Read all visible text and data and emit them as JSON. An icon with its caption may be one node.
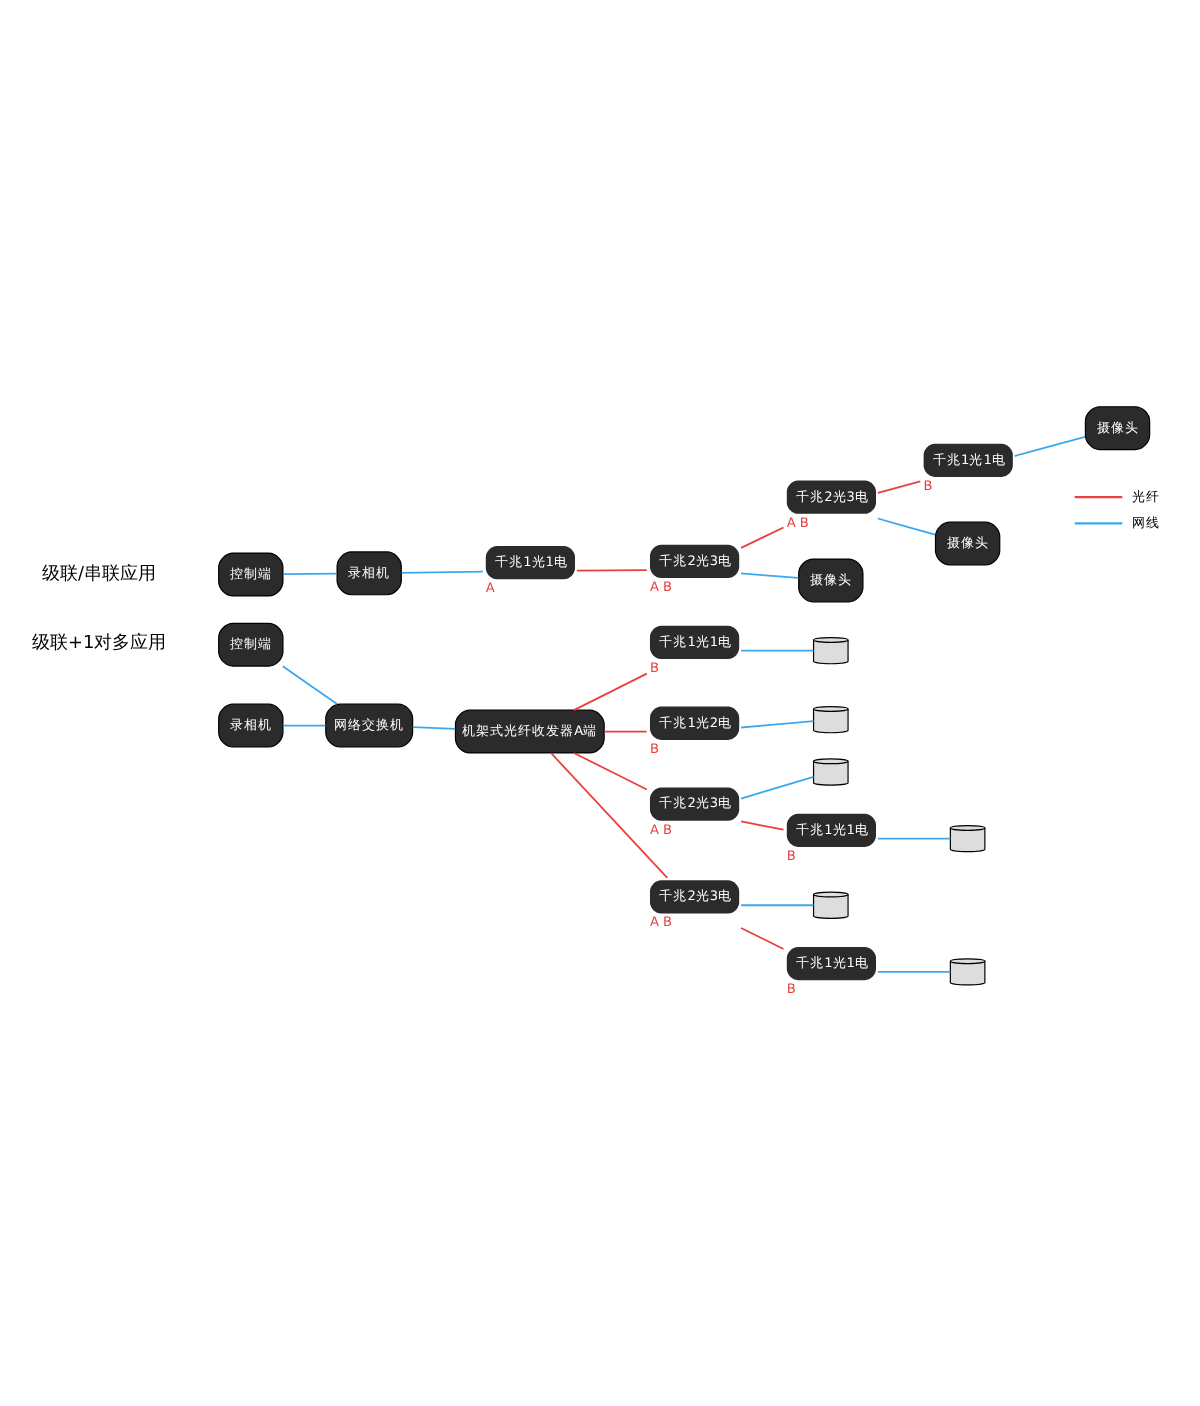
{
  "diagram": {
    "nodes": [
      {
        "text": [
          "控制端"
        ]
      },
      {
        "text": [
          "录相机"
        ]
      },
      {
        "text": [
          "千兆1光1电"
        ],
        "beside": [
          "A"
        ]
      },
      {
        "text": [
          "千兆2光3电"
        ],
        "beside": [
          "A",
          "B"
        ]
      },
      {
        "text": [
          "千兆2光3电"
        ],
        "beside": [
          "A",
          "B"
        ]
      },
      {
        "text": [
          "千兆1光1电"
        ],
        "beside": [
          "B"
        ]
      },
      {
        "text": [
          "摄像头"
        ]
      },
      {
        "text": [
          "摄像头"
        ]
      },
      {
        "text": [
          "摄像头"
        ]
      },
      {
        "text": [
          "控制端"
        ]
      },
      {
        "text": [
          "网络交换机"
        ]
      },
      {
        "text": [
          "录相机"
        ]
      },
      {
        "text": [
          "机架式光纤收发器A端"
        ]
      },
      {
        "text": [
          "千兆1光1电"
        ],
        "beside": [
          "B"
        ]
      },
      {
        "text": [],
        "shape": "cylinder"
      },
      {
        "text": [
          "千兆1光2电"
        ],
        "beside": [
          "B"
        ]
      },
      {
        "text": [],
        "shape": "cylinder"
      },
      {
        "text": [
          "千兆2光3电"
        ],
        "beside": [
          "A",
          "B"
        ]
      },
      {
        "text": [],
        "shape": "cylinder"
      },
      {
        "text": [
          "千兆1光1电"
        ],
        "beside": [
          "B"
        ]
      },
      {
        "text": [],
        "shape": "cylinder"
      },
      {
        "text": [
          "千兆2光3电"
        ],
        "beside": [
          "A",
          "B"
        ]
      },
      {
        "text": [],
        "shape": "cylinder"
      },
      {
        "text": [
          "千兆1光1电"
        ],
        "beside": [
          "B"
        ]
      },
      {
        "text": [],
        "shape": "cylinder"
      }
    ],
    "edges": [
      {
        "from": 0,
        "to": 1,
        "arrow": "none"
      },
      {
        "from": 1,
        "to": 2,
        "arrow": "none"
      },
      {
        "from": 2,
        "to": 3,
        "arrow": "none",
        "color": "#e8403f"
      },
      {
        "from": 3,
        "to": 4,
        "arrow": "none",
        "color": "#e8403f"
      },
      {
        "from": 4,
        "to": 5,
        "arrow": "none",
        "color": "#e8403f"
      },
      {
        "from": 3,
        "to": 6,
        "arrow": "none"
      },
      {
        "from": 4,
        "to": 7,
        "arrow": "none"
      },
      {
        "from": 5,
        "to": 8,
        "arrow": "none"
      },
      {
        "from": 9,
        "to": 10,
        "arrow": "none"
      },
      {
        "from": 11,
        "to": 10,
        "arrow": "none"
      },
      {
        "from": 10,
        "to": 12,
        "arrow": "none"
      },
      {
        "from": 12,
        "to": 13,
        "arrow": "none",
        "color": "#e8403f"
      },
      {
        "from": 12,
        "to": 15,
        "arrow": "none",
        "color": "#e8403f"
      },
      {
        "from": 12,
        "to": 17,
        "arrow": "none",
        "color": "#e8403f"
      },
      {
        "from": 12,
        "to": 21,
        "arrow": "none",
        "color": "#e8403f"
      },
      {
        "from": 17,
        "to": 19,
        "arrow": "none",
        "color": "#e8403f"
      },
      {
        "from": 21,
        "to": 23,
        "arrow": "none",
        "color": "#e8403f"
      },
      {
        "from": 13,
        "to": 14,
        "arrow": "none"
      },
      {
        "from": 15,
        "to": 16,
        "arrow": "none"
      },
      {
        "from": 17,
        "to": 18,
        "arrow": "none"
      },
      {
        "from": 19,
        "to": 20,
        "arrow": "none"
      },
      {
        "from": 21,
        "to": 22,
        "arrow": "none"
      },
      {
        "from": 23,
        "to": 24,
        "arrow": "none"
      }
    ],
    "labels": [
      "级联/串联应用",
      "级联+1对多应用"
    ],
    "legend": [
      {
        "text": "光纤",
        "color": "#e8403f"
      },
      {
        "text": "网线",
        "color": "#3aa8f0"
      }
    ]
  }
}
